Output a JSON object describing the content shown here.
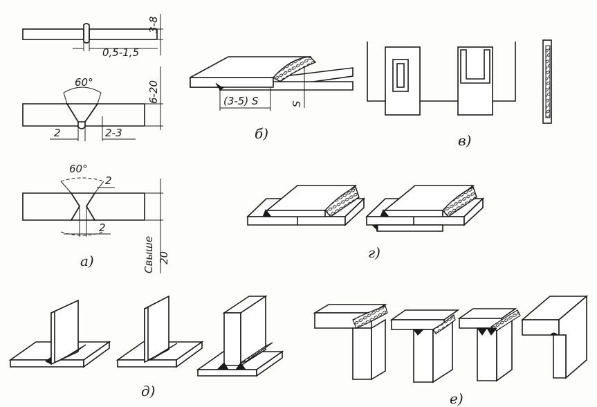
{
  "panels": {
    "a": {
      "label": "а)",
      "dims": {
        "gap1": "0,5-1,5",
        "t1": "3-8",
        "angle1": "60°",
        "t2": "6-20",
        "gap2": "2",
        "root2": "2-3",
        "angle2": "60°",
        "root3": "2",
        "gap3": "2",
        "t3": "Свыше",
        "t3b": "20"
      }
    },
    "b": {
      "label": "б)",
      "overlap": "(3-5) S",
      "thickness": "S"
    },
    "v": {
      "label": "в)"
    },
    "g": {
      "label": "г)"
    },
    "d": {
      "label": "д)"
    },
    "e": {
      "label": "е)"
    }
  }
}
